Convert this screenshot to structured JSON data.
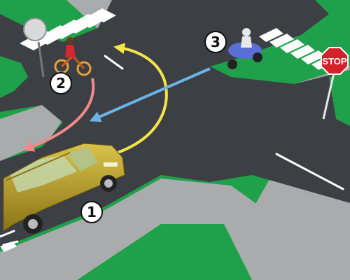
{
  "scene": {
    "type": "intersection-right-of-way",
    "labels": {
      "car": "1",
      "cyclist": "2",
      "scooter": "3"
    },
    "signs": {
      "stop_text": "STOP",
      "round_sign": "give-way-round-sign"
    },
    "colors": {
      "grass": "#1fa04a",
      "asphalt": "#3c3f43",
      "sidewalk": "#a9abad",
      "car_body": "#b69a23",
      "arrow_yellow": "#f3e44a",
      "arrow_blue": "#6ab3e6",
      "arrow_pink": "#f08a8a",
      "stop_red": "#d2232a"
    },
    "icons": [
      "car-icon",
      "bicycle-icon",
      "scooter-icon",
      "stop-sign-icon",
      "round-sign-icon",
      "turn-left-arrow-icon",
      "straight-arrow-icon",
      "turn-right-arrow-icon"
    ]
  }
}
